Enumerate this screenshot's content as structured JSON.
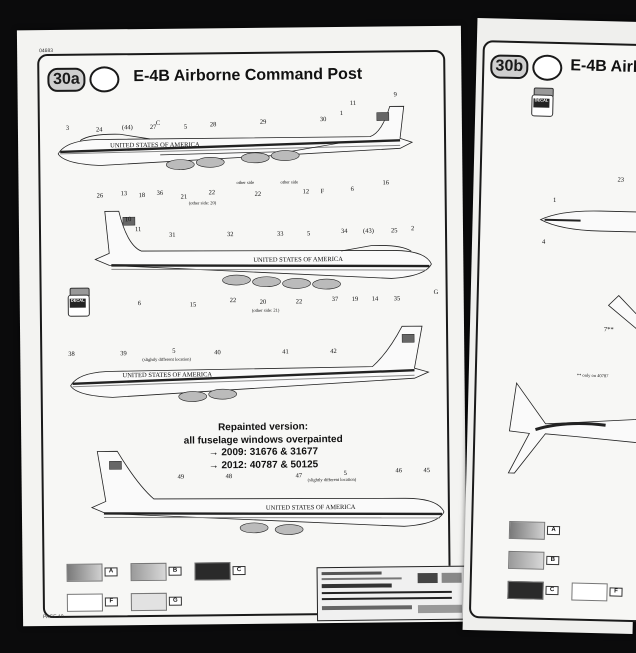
{
  "left_page": {
    "catalog_number": "04683",
    "page_number": "PAGE 10",
    "badge": "30a",
    "title": "E-4B Airborne Command Post",
    "decal_label": "DECAL",
    "fuselage_text": "UNITED STATES OF AMERICA",
    "caption_lines": [
      "Repainted version:",
      "all fuselage windows overpainted",
      "→ 2009: 31676 & 31677",
      "→ 2012: 40787 & 50125"
    ],
    "notes": {
      "other_side_20": "(other side: 20)",
      "other_side_21": "(other side: 21)",
      "other_side": "other side",
      "slightly_different_location": "(slightly different location)"
    },
    "colour_codes": [
      "A",
      "B",
      "C",
      "F",
      "G"
    ],
    "swatch_colors": {
      "A": "#9a9a9a",
      "B": "#b5b5b5",
      "C": "#2a2a2a",
      "F": "#ffffff",
      "G": "#e2e2e2"
    },
    "callouts_view1": [
      "3",
      "24",
      "(44)",
      "27",
      "5",
      "28",
      "29",
      "30",
      "9",
      "11",
      "1",
      "26",
      "13",
      "18",
      "36",
      "21",
      "22",
      "22",
      "12",
      "F",
      "6",
      "16",
      "C"
    ],
    "callouts_view2": [
      "10",
      "11",
      "31",
      "32",
      "33",
      "5",
      "34",
      "(43)",
      "25",
      "2",
      "6",
      "15",
      "22",
      "20",
      "22",
      "37",
      "19",
      "14",
      "35",
      "G"
    ],
    "callouts_view3": [
      "38",
      "39",
      "5",
      "40",
      "41",
      "42"
    ],
    "callouts_view4": [
      "49",
      "48",
      "47",
      "5",
      "46",
      "45"
    ]
  },
  "right_page": {
    "badge": "30b",
    "title": "E-4B Airb",
    "decal_label": "DECAL",
    "note": "** only on 40787",
    "callouts": [
      "23",
      "1",
      "4",
      "7**"
    ],
    "colour_codes": [
      "A",
      "B",
      "C",
      "F"
    ]
  }
}
